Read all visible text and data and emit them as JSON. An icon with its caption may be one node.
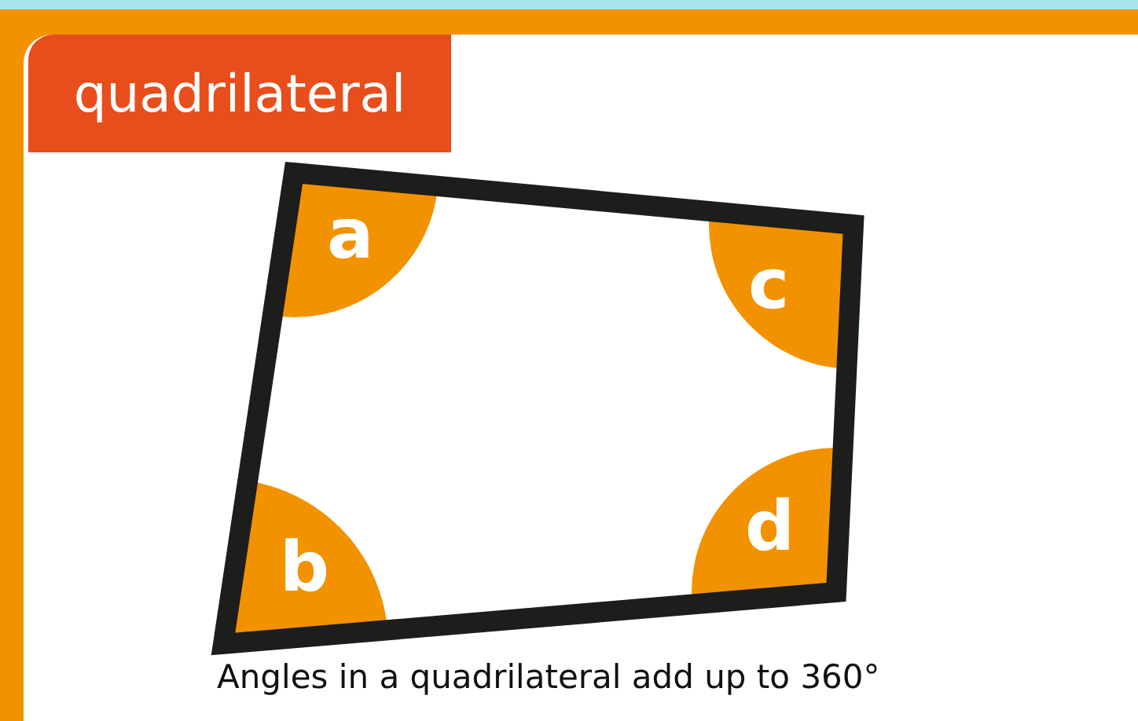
{
  "diagram": {
    "title": "quadrilateral",
    "caption": "Angles in a quadrilateral add up to 360°",
    "labels": [
      "a",
      "c",
      "b",
      "d"
    ]
  }
}
